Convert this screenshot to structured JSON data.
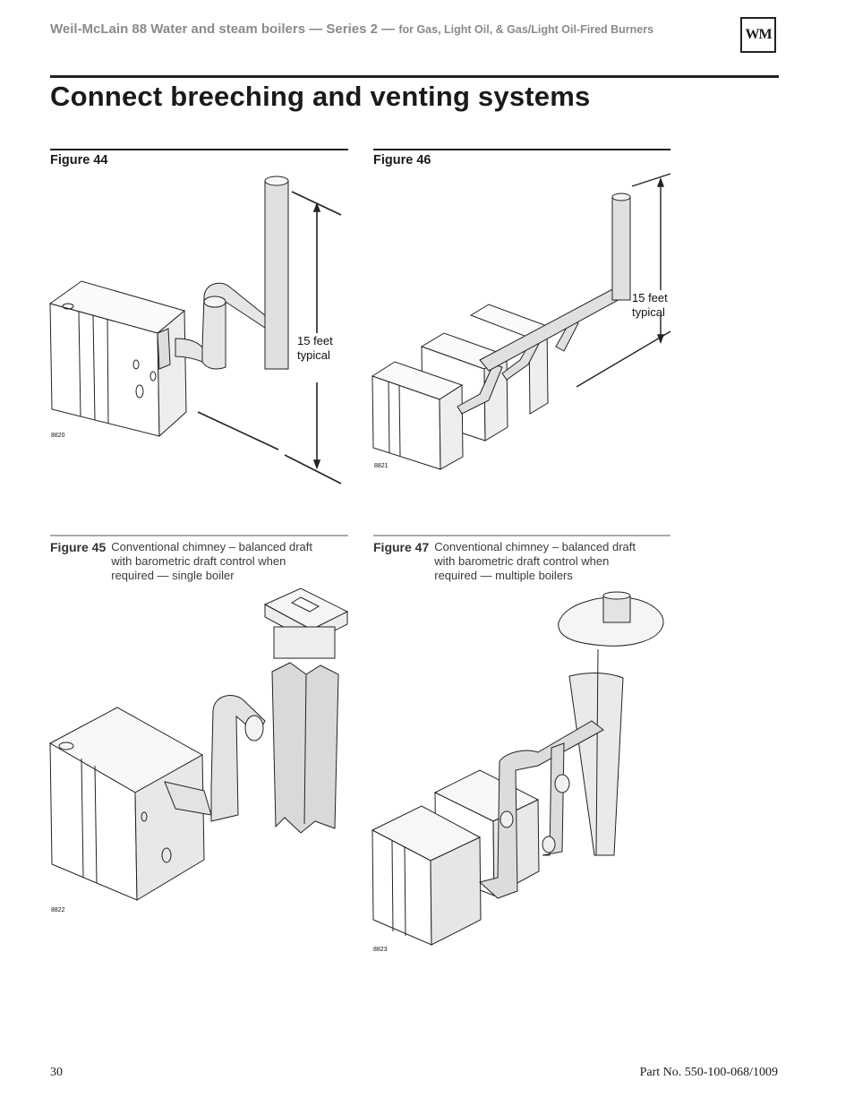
{
  "header": {
    "title": "Weil-McLain 88 Water and steam boilers — Series 2 —",
    "subtitle": "for Gas, Light Oil, & Gas/Light Oil-Fired Burners",
    "logo_text": "WM"
  },
  "page_title": "Connect breeching and venting systems",
  "figures": [
    {
      "label": "Figure 44",
      "image_code": "8820",
      "dimension_label_1": "15 feet",
      "dimension_label_2": "typical"
    },
    {
      "label": "Figure 46",
      "image_code": "8821",
      "dimension_label_1": "15 feet",
      "dimension_label_2": "typical"
    },
    {
      "label": "Figure 45",
      "caption_1": "Conventional chimney – balanced draft",
      "caption_2": "with barometric draft control when",
      "caption_3": "required — single boiler",
      "image_code": "8822"
    },
    {
      "label": "Figure 47",
      "caption_1": "Conventional chimney – balanced draft",
      "caption_2": "with barometric draft control when",
      "caption_3": "required — multiple boilers",
      "image_code": "8823"
    }
  ],
  "footer": {
    "page_number": "30",
    "part_number": "Part No. 550-100-068/1009"
  }
}
